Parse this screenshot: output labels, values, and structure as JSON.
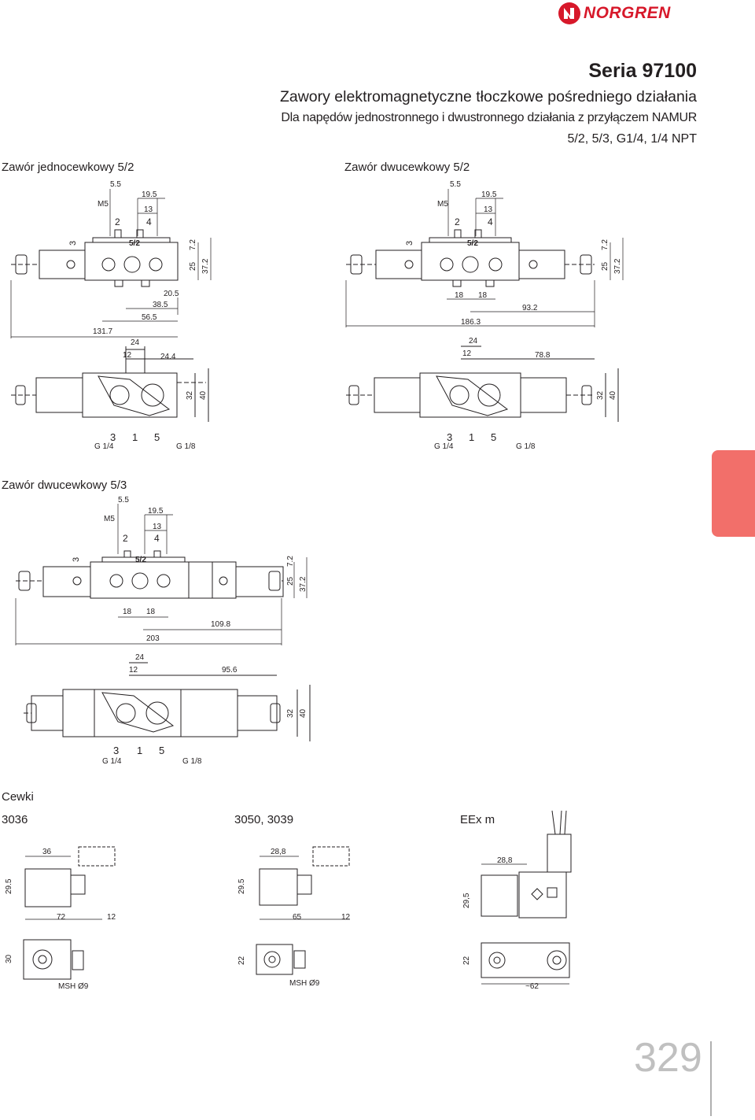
{
  "header": {
    "brand": "NORGREN",
    "series": "Seria 97100",
    "subtitle": "Zawory elektromagnetyczne tłoczkowe pośredniego działania",
    "description": "Dla napędów jednostronnego i dwustronnego działania z przyłączem NAMUR",
    "variants": "5/2, 5/3, G1/4, 1/4 NPT"
  },
  "sections": {
    "single_52": "Zawór jednocewkowy 5/2",
    "double_52": "Zawór dwucewkowy 5/2",
    "double_53": "Zawór dwucewkowy 5/3",
    "coils": "Cewki"
  },
  "coils": {
    "c1_label": "3036",
    "c2_label": "3050, 3039",
    "c3_label": "EEx m"
  },
  "dims": {
    "d55": "5.5",
    "d195": "19.5",
    "d13": "13",
    "m5": "M5",
    "p2": "2",
    "p4": "4",
    "p3": "3",
    "d72": "7.2",
    "d25": "25",
    "d372": "37.2",
    "d205": "20.5",
    "d385": "38.5",
    "d565": "56.5",
    "d1317": "131.7",
    "d24": "24",
    "d12": "12",
    "d244": "24.4",
    "d32": "32",
    "d40": "40",
    "p1": "1",
    "p5": "5",
    "g14": "G 1/4",
    "g18": "G 1/8",
    "d18": "18",
    "d932": "93.2",
    "d1863": "186.3",
    "d788": "78.8",
    "d1098": "109.8",
    "d203": "203",
    "d956": "95.6",
    "mark52": "5/2",
    "c36": "36",
    "c295": "29.5",
    "c72": "72",
    "c30": "30",
    "msh": "MSH Ø9",
    "c288": "28,8",
    "c65": "65",
    "c22": "22",
    "c295b": "29,5",
    "c62": "~62"
  },
  "page_number": "329",
  "colors": {
    "brand": "#d7182a",
    "tab": "#f26f6a",
    "line": "#231f20"
  }
}
